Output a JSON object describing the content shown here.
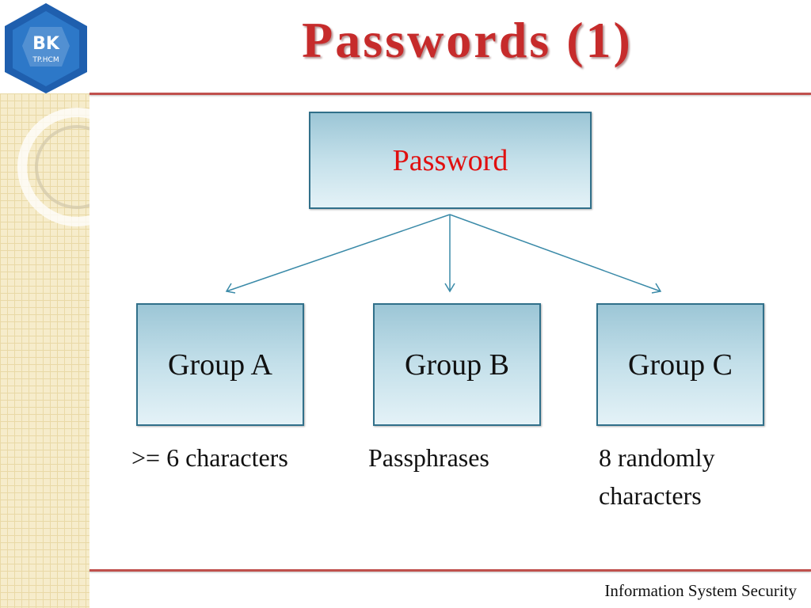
{
  "slide": {
    "title": "Passwords (1)",
    "footer": "Information System Security"
  },
  "logo": {
    "main_text": "BK",
    "sub_text": "TP.HCM"
  },
  "diagram": {
    "root": {
      "label": "Password"
    },
    "children": [
      {
        "label": "Group A",
        "caption_lines": [
          ">= 6 characters"
        ]
      },
      {
        "label": "Group B",
        "caption_lines": [
          "Passphrases"
        ]
      },
      {
        "label": "Group C",
        "caption_lines": [
          "8 randomly",
          "characters"
        ]
      }
    ]
  },
  "colors": {
    "title_red": "#c62b2b",
    "root_label_red": "#e01010",
    "rule_red": "#c0504d",
    "node_border": "#31708a",
    "connector": "#3a8aa8",
    "logo_blue": "#1f5fae"
  }
}
